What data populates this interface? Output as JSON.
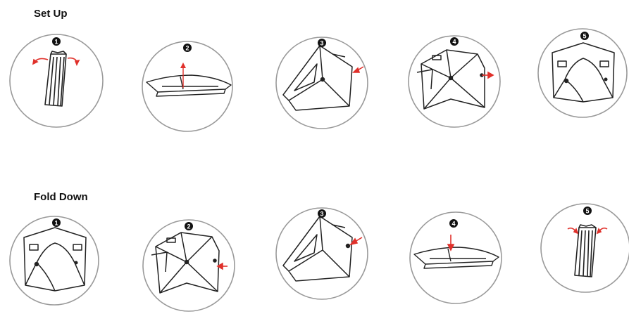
{
  "setup": {
    "title": "Set Up",
    "steps": [
      {
        "num": "1",
        "action": "closed-tent-icon"
      },
      {
        "num": "2",
        "action": "flat-tent-icon"
      },
      {
        "num": "3",
        "action": "tent-partial-icon"
      },
      {
        "num": "4",
        "action": "tent-push-icon"
      },
      {
        "num": "5",
        "action": "tent-complete-icon"
      }
    ]
  },
  "fold": {
    "title": "Fold Down",
    "steps": [
      {
        "num": "1",
        "action": "tent-complete-icon"
      },
      {
        "num": "2",
        "action": "tent-push-icon"
      },
      {
        "num": "3",
        "action": "tent-partial-icon"
      },
      {
        "num": "4",
        "action": "flat-tent-icon"
      },
      {
        "num": "5",
        "action": "closed-tent-icon"
      }
    ]
  },
  "colors": {
    "arrow": "#e0312b",
    "line": "#222222",
    "circle": "#9a9a9a"
  }
}
